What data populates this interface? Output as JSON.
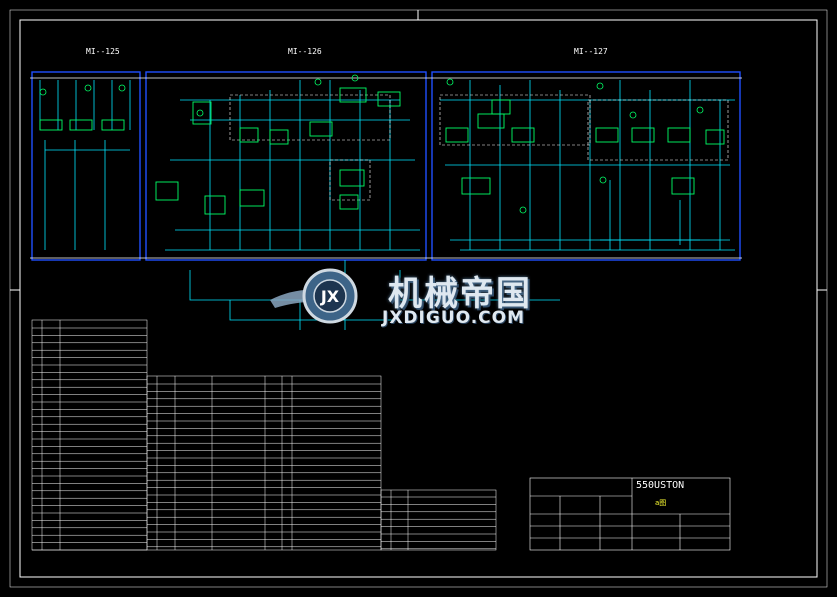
{
  "modules": [
    {
      "id": "m125",
      "label": "MI--125"
    },
    {
      "id": "m126",
      "label": "MI--126"
    },
    {
      "id": "m127",
      "label": "MI--127"
    }
  ],
  "watermark": {
    "cn": "机械帝国",
    "en": "JXDIGUO.COM"
  },
  "title_block": {
    "title": "550USTON",
    "sub": "a图"
  },
  "colors": {
    "background": "#000000",
    "frame": "#ffffff",
    "hydraulic": "#00e5ff",
    "module_border": "#1f4fff",
    "symbol": "#00ff66",
    "text": "#ffffff",
    "highlight": "#ffff33"
  }
}
